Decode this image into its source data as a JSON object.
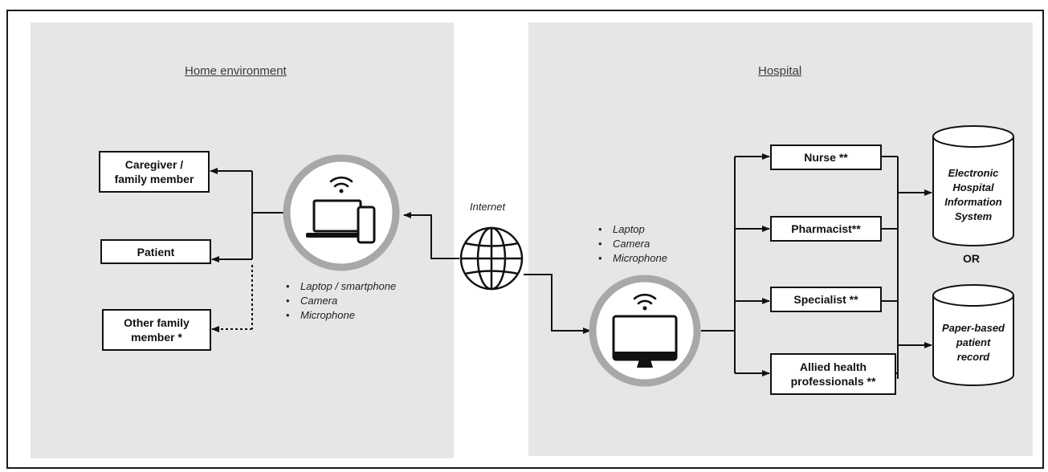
{
  "panels": {
    "home": {
      "title": "Home environment"
    },
    "hospital": {
      "title": "Hospital"
    }
  },
  "home_boxes": {
    "caregiver": "Caregiver /\nfamily member",
    "patient": "Patient",
    "other_family": "Other family\nmember *"
  },
  "home_device_icons": [
    "wifi-icon",
    "laptop-icon",
    "smartphone-icon"
  ],
  "home_devices": [
    "Laptop / smartphone",
    "Camera",
    "Microphone"
  ],
  "internet": {
    "label": "Internet",
    "icon": "globe-icon"
  },
  "hospital_device_icons": [
    "wifi-icon",
    "monitor-icon"
  ],
  "hospital_devices": [
    "Laptop",
    "Camera",
    "Microphone"
  ],
  "staff_boxes": {
    "nurse": "Nurse **",
    "pharmacist": "Pharmacist**",
    "specialist": "Specialist **",
    "allied": "Allied health\nprofessionals **"
  },
  "records": {
    "electronic": "Electronic\nHospital\nInformation\nSystem",
    "or_label": "OR",
    "paper": "Paper-based\npatient\nrecord"
  },
  "colors": {
    "panel": "#e6e6e6",
    "circle": "#a8a8a8",
    "line": "#111111"
  }
}
